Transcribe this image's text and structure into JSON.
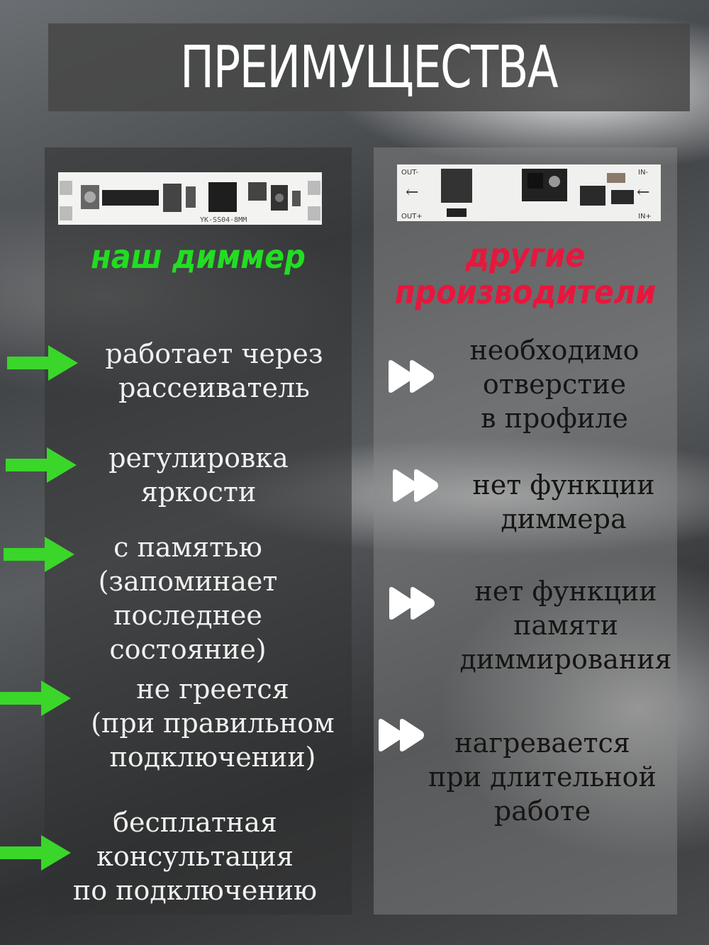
{
  "title": "ПРЕИМУЩЕСТВА",
  "left": {
    "heading": "наш диммер",
    "heading_color": "#22dd22",
    "pcb_label": "YK-SS04-8MM",
    "arrow_icon": "green-arrow-icon",
    "arrow_color": "#3ad62a",
    "items": [
      {
        "lines": [
          "работает через",
          "рассеиватель"
        ]
      },
      {
        "lines": [
          "регулировка",
          "яркости"
        ]
      },
      {
        "lines": [
          "с памятью",
          "(запоминает",
          "последнее",
          "состояние)"
        ]
      },
      {
        "lines": [
          "не греется",
          "(при правильном",
          "подключении)"
        ]
      },
      {
        "lines": [
          "бесплатная",
          "консультация",
          "по подключению"
        ]
      }
    ]
  },
  "right": {
    "heading_lines": [
      "другие",
      "производители"
    ],
    "heading_color": "#e8163c",
    "pcb_labels": [
      "OUT-",
      "OUT+",
      "IN-",
      "IN+"
    ],
    "bullet_icon": "fast-forward-icon",
    "items": [
      {
        "lines": [
          "необходимо",
          "отверстие",
          "в профиле"
        ]
      },
      {
        "lines": [
          "нет функции",
          "диммера"
        ]
      },
      {
        "lines": [
          "нет функции",
          "памяти",
          "диммирования"
        ]
      },
      {
        "lines": [
          "нагревается",
          "при длительной",
          "работе"
        ]
      }
    ]
  }
}
